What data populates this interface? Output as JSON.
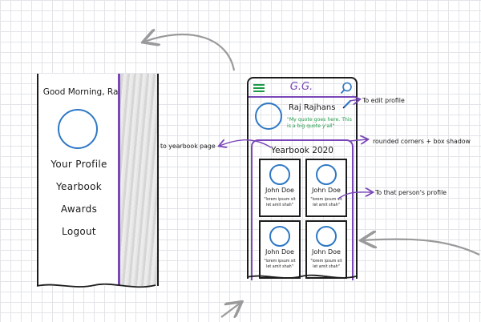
{
  "drawer": {
    "greeting": "Good Morning, Raj",
    "menu": [
      "Your Profile",
      "Yearbook",
      "Awards",
      "Logout"
    ]
  },
  "phone": {
    "app_title": "G.G.",
    "profile": {
      "name": "Raj Rajhans",
      "quote": "\"My quote goes here. This is a big quote y'all\""
    },
    "section_title": "Yearbook 2020",
    "cards": [
      {
        "name": "John Doe",
        "text": "\"lorem ipsum sit let amit shah\""
      },
      {
        "name": "John Doe",
        "text": "\"lorem ipsum sit let amit shah\""
      },
      {
        "name": "John Doe",
        "text": "\"lorem ipsum sit let amit shah\""
      },
      {
        "name": "John Doe",
        "text": "\"lorem ipsum sit let amit shah\""
      }
    ]
  },
  "annotations": {
    "edit_profile": "To edit profile",
    "yearbook_page": "to yearbook page",
    "rounded": "rounded corners + box shadow",
    "person_profile": "To that person's profile"
  },
  "colors": {
    "accent_purple": "#7a46b8",
    "avatar_blue": "#2f78c4",
    "quote_green": "#1e9a45",
    "ink": "#1a1a1a",
    "grid": "#e2e4e8"
  },
  "icons": [
    "hamburger-menu-icon",
    "search-icon",
    "pencil-icon"
  ]
}
